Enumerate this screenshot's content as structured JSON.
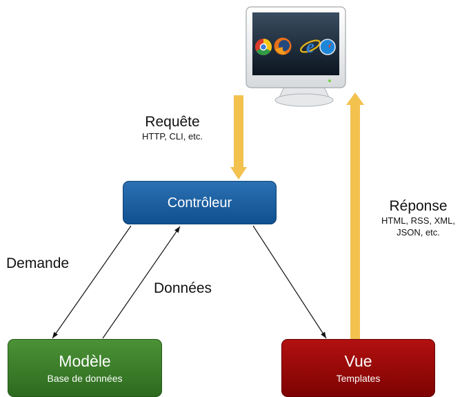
{
  "client": {
    "icons": [
      "chrome-icon",
      "firefox-icon",
      "internet-explorer-icon",
      "safari-icon"
    ]
  },
  "request": {
    "title": "Requête",
    "subtitle": "HTTP, CLI, etc."
  },
  "response": {
    "title": "Réponse",
    "subtitle_lines": [
      "HTML, RSS, XML,",
      "JSON, etc."
    ]
  },
  "controller": {
    "title": "Contrôleur"
  },
  "model": {
    "title": "Modèle",
    "subtitle": "Base de données"
  },
  "view": {
    "title": "Vue",
    "subtitle": "Templates"
  },
  "edges": {
    "demand": "Demande",
    "data": "Données"
  },
  "colors": {
    "controller": "#1b5f9f",
    "model": "#3a7d2a",
    "view": "#9b0808",
    "arrow": "#f2c14e"
  }
}
